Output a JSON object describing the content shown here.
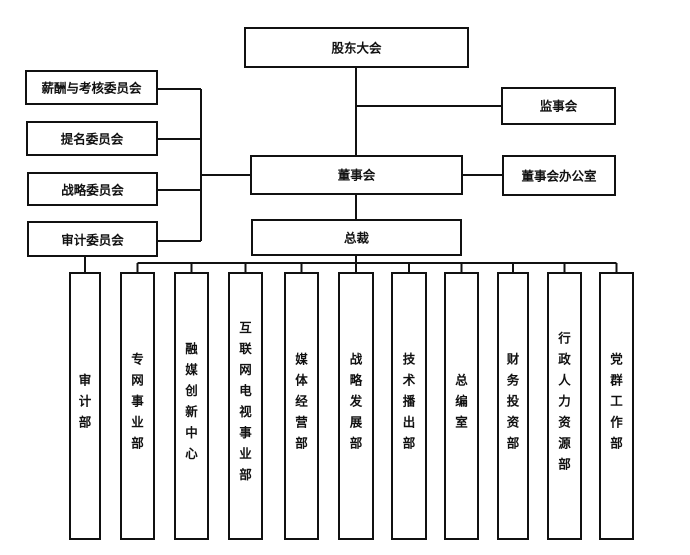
{
  "diagram": {
    "type": "org-chart",
    "top": {
      "shareholders": "股东大会",
      "supervisory_board": "监事会",
      "board": "董事会",
      "board_office": "董事会办公室",
      "president": "总裁"
    },
    "committees": [
      "薪酬与考核委员会",
      "提名委员会",
      "战略委员会",
      "审计委员会"
    ],
    "audit_department": "审计部",
    "departments": [
      "专网事业部",
      "融媒创新中心",
      "互联网电视事业部",
      "媒体经营部",
      "战略发展部",
      "技术播出部",
      "总编室",
      "财务投资部",
      "行政人力资源部",
      "党群工作部"
    ],
    "edges": [
      [
        "股东大会",
        "监事会"
      ],
      [
        "股东大会",
        "董事会"
      ],
      [
        "董事会",
        "董事会办公室"
      ],
      [
        "董事会",
        "薪酬与考核委员会"
      ],
      [
        "董事会",
        "提名委员会"
      ],
      [
        "董事会",
        "战略委员会"
      ],
      [
        "董事会",
        "审计委员会"
      ],
      [
        "审计委员会",
        "审计部"
      ],
      [
        "董事会",
        "总裁"
      ],
      [
        "总裁",
        "专网事业部"
      ],
      [
        "总裁",
        "融媒创新中心"
      ],
      [
        "总裁",
        "互联网电视事业部"
      ],
      [
        "总裁",
        "媒体经营部"
      ],
      [
        "总裁",
        "战略发展部"
      ],
      [
        "总裁",
        "技术播出部"
      ],
      [
        "总裁",
        "总编室"
      ],
      [
        "总裁",
        "财务投资部"
      ],
      [
        "总裁",
        "行政人力资源部"
      ],
      [
        "总裁",
        "党群工作部"
      ]
    ]
  }
}
